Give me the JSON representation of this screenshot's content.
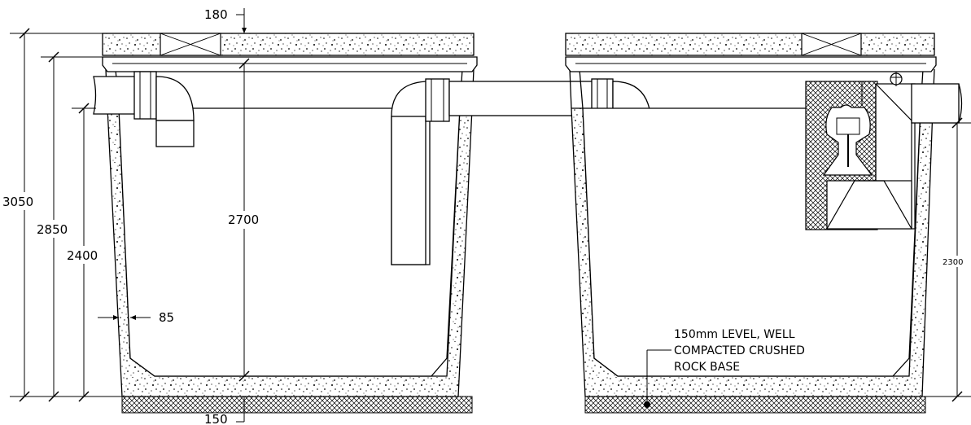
{
  "colors": {
    "ink": "#000000",
    "background": "#ffffff",
    "speckle_fill": "#ffffff"
  },
  "dimensions": {
    "lid_thickness": "180",
    "base_thickness": "150",
    "overall_height": "3050",
    "tank_height": "2850",
    "inlet_height": "2400",
    "internal_height": "2700",
    "wall_thickness": "85",
    "outlet_height": "2300"
  },
  "notes": {
    "base_line_1": "150mm LEVEL, WELL",
    "base_line_2": "COMPACTED CRUSHED",
    "base_line_3": "ROCK BASE"
  }
}
